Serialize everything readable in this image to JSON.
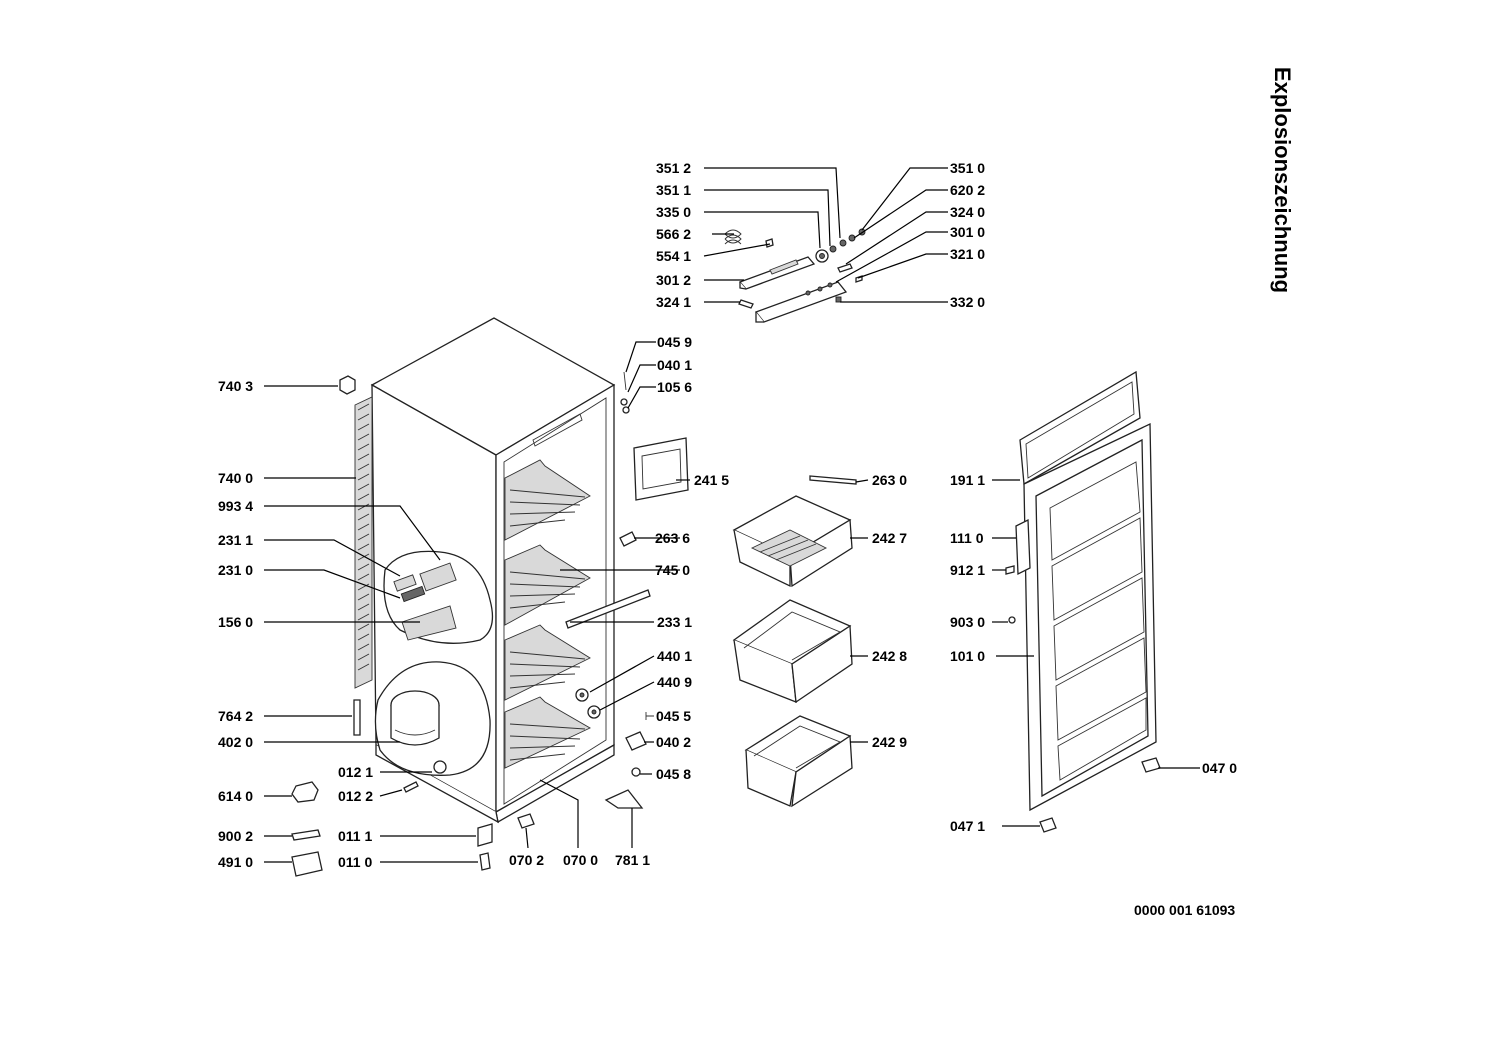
{
  "title": "Explosionszeichnung",
  "document_number": "0000 001 61093",
  "labels": {
    "l3512": "351 2",
    "l3511": "351 1",
    "l3350": "335 0",
    "l5662": "566 2",
    "l5541": "554 1",
    "l3012": "301 2",
    "l3241": "324 1",
    "l3510": "351 0",
    "l6202": "620 2",
    "l3240": "324 0",
    "l3010": "301 0",
    "l3210": "321 0",
    "l3320": "332 0",
    "l0459": "045 9",
    "l0401": "040 1",
    "l1056": "105 6",
    "l7403": "740 3",
    "l7400": "740 0",
    "l9934": "993 4",
    "l2311": "231 1",
    "l2310": "231 0",
    "l1560": "156 0",
    "l7642": "764 2",
    "l4020": "402 0",
    "l0121": "012 1",
    "l0122": "012 2",
    "l6140": "614 0",
    "l9002": "900 2",
    "l0111": "011 1",
    "l4910": "491 0",
    "l0110": "011 0",
    "l0702": "070 2",
    "l0700": "070 0",
    "l7811": "781 1",
    "l2415": "241 5",
    "l2636": "263 6",
    "l7450": "745 0",
    "l2331": "233 1",
    "l4401": "440 1",
    "l4409": "440 9",
    "l0455": "045 5",
    "l0402": "040 2",
    "l0458": "045 8",
    "l2630": "263 0",
    "l2427": "242 7",
    "l2428": "242 8",
    "l2429": "242 9",
    "l1911": "191 1",
    "l1110": "111 0",
    "l9121": "912 1",
    "l9030": "903 0",
    "l1010": "101 0",
    "l0470": "047 0",
    "l0471": "047 1"
  }
}
